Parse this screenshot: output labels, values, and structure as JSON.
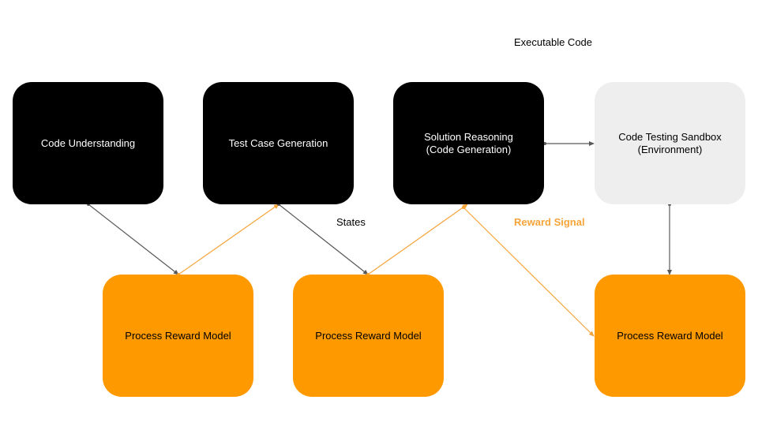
{
  "colors": {
    "dark_node": "#000000",
    "sandbox_node": "#eeeeee",
    "prm_node": "#ff9900",
    "gray_edge": "#595959",
    "orange_edge": "#f6a43a",
    "reward_label": "#f6a43a"
  },
  "nodes": {
    "code_understanding": "Code Understanding",
    "test_case_generation": "Test Case Generation",
    "solution_reasoning": "Solution Reasoning\n(Code Generation)",
    "sandbox": "Code Testing Sandbox\n(Environment)",
    "prm_1": "Process Reward Model",
    "prm_2": "Process Reward Model",
    "prm_3": "Process Reward Model"
  },
  "labels": {
    "executable_code": "Executable Code",
    "states": "States",
    "reward_signal": "Reward Signal"
  }
}
